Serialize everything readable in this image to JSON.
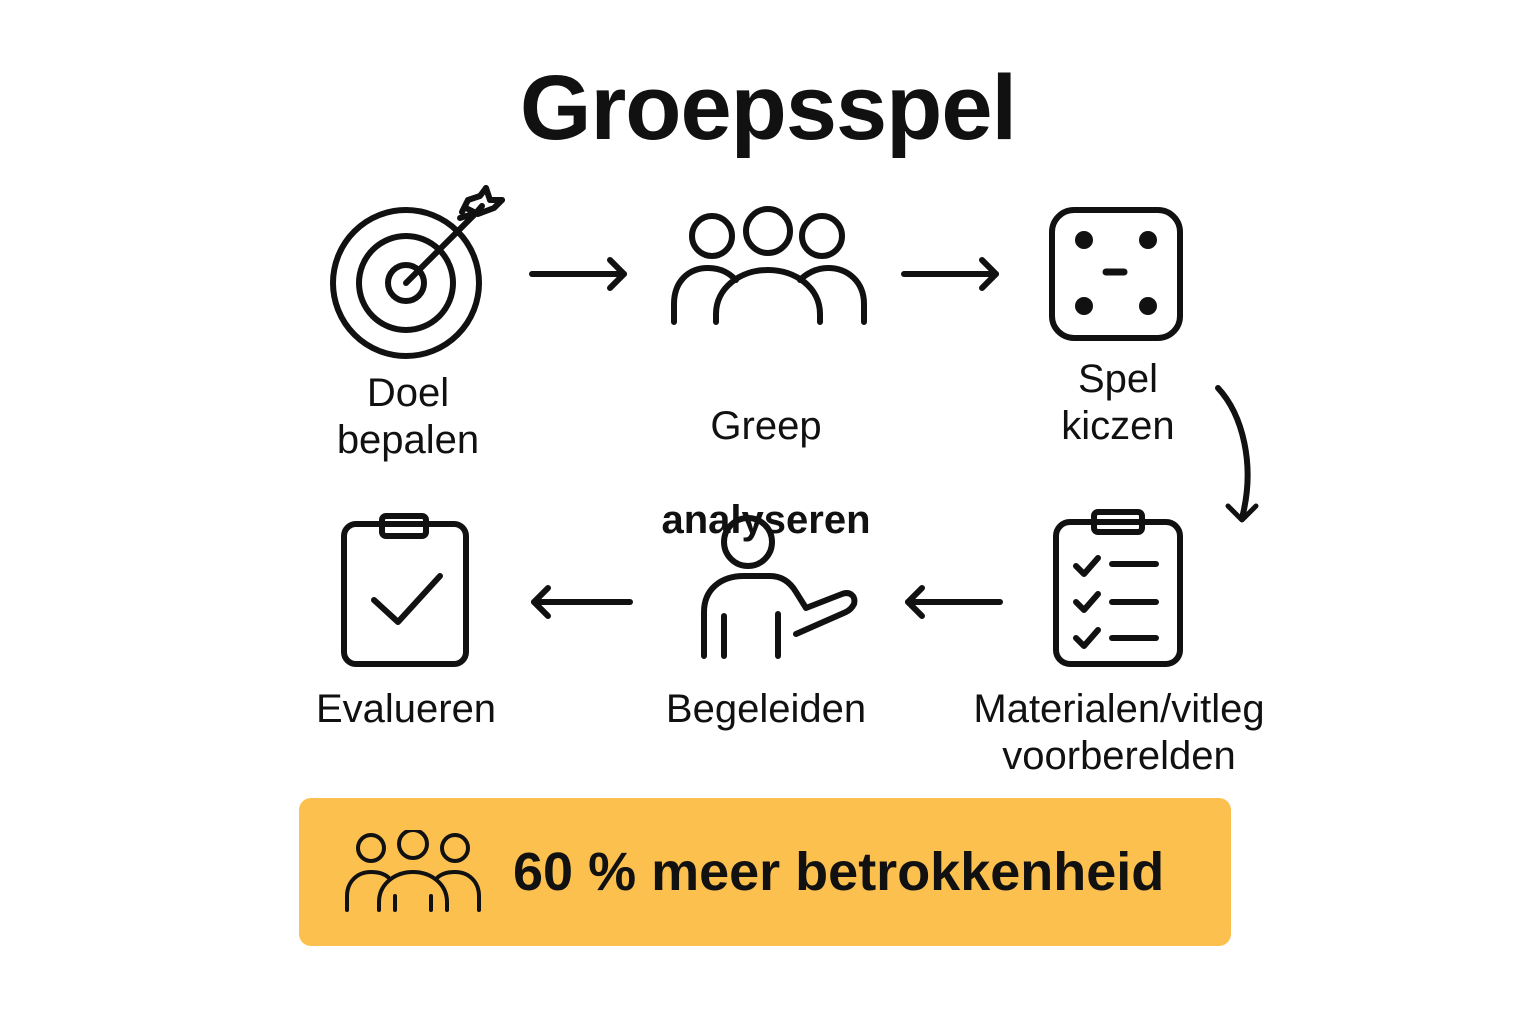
{
  "title": "Groepsspel",
  "steps": [
    {
      "label": "Doel\nbepalen",
      "icon": "target-icon"
    },
    {
      "label_line1": "Greep",
      "label_line2": "analyseren",
      "icon": "group-icon"
    },
    {
      "label": "Spel\nkiczen",
      "icon": "dice-icon"
    },
    {
      "label": "Materialen/vitleg\nvoorberelden",
      "icon": "checklist-clipboard-icon"
    },
    {
      "label": "Begeleiden",
      "icon": "person-guiding-icon"
    },
    {
      "label": "Evalueren",
      "icon": "clipboard-check-icon"
    }
  ],
  "banner": {
    "text": "60 % meer betrokkenheid",
    "icon": "group-icon",
    "color": "#FCC04F"
  }
}
